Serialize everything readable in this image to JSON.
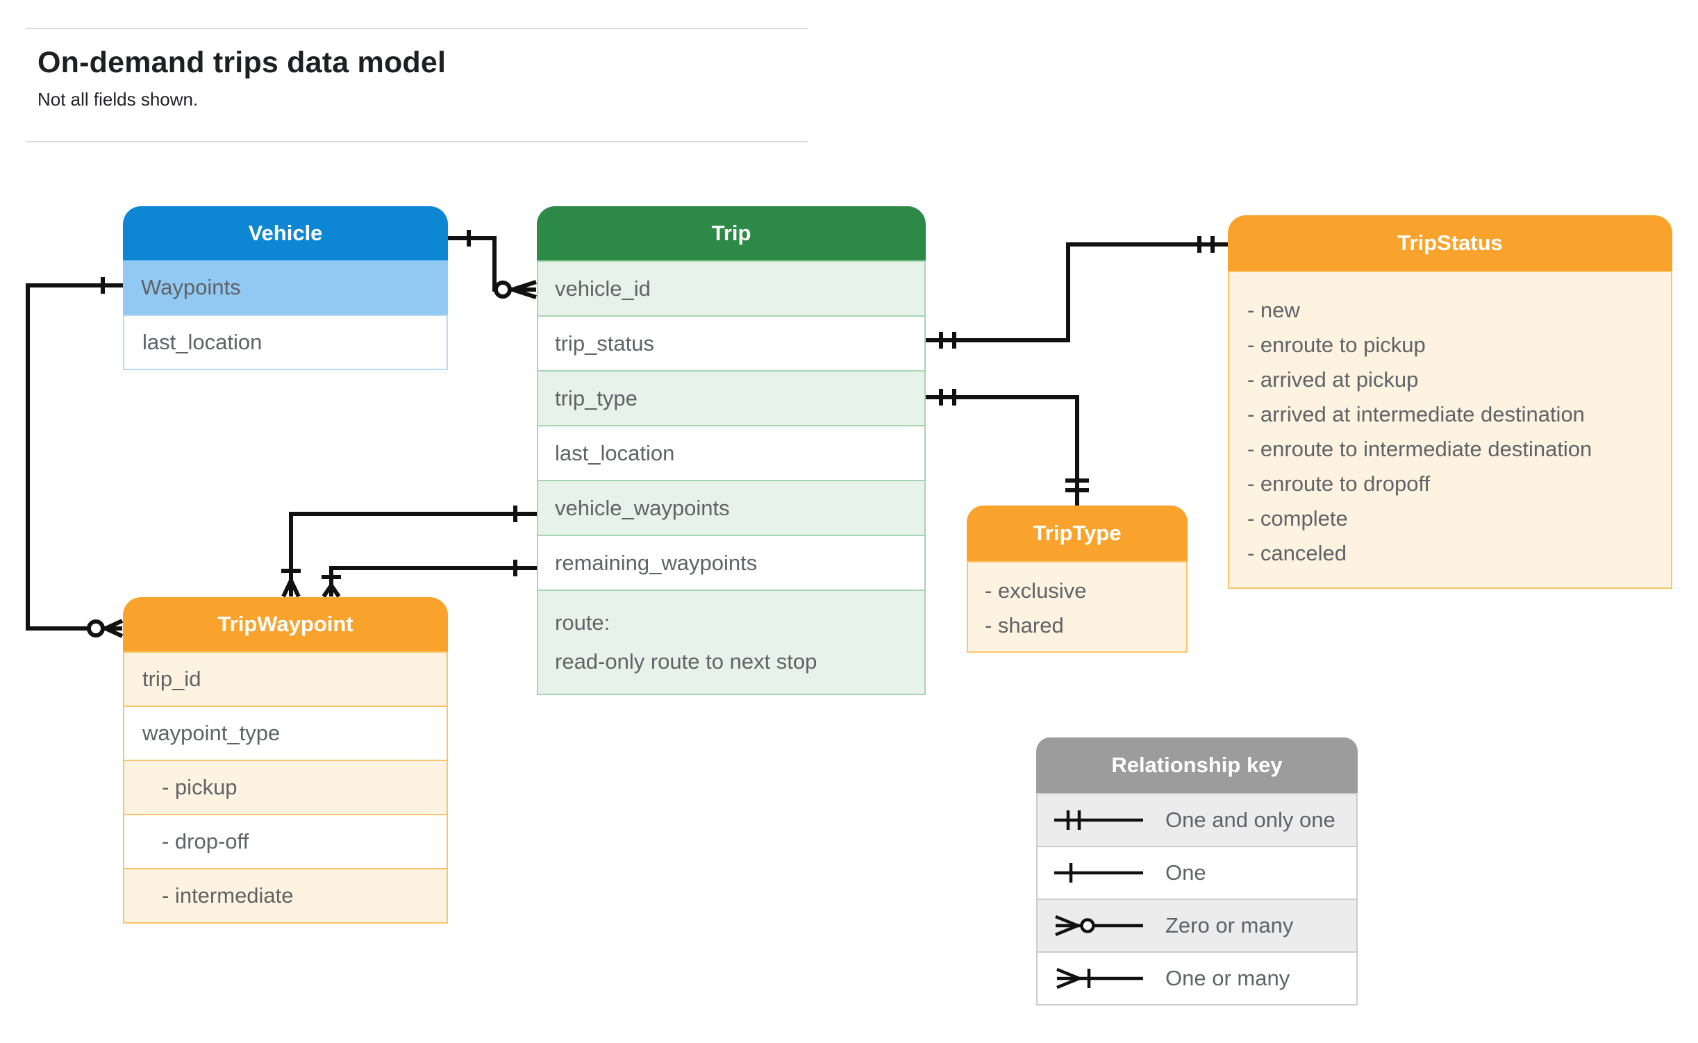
{
  "page": {
    "title": "On-demand trips data model",
    "subtitle": "Not all fields shown."
  },
  "colors": {
    "vehicle_header": "#0d86d3",
    "vehicle_highlight_row": "#92c9f3",
    "trip_header": "#2d8a46",
    "trip_row_tint": "#e7f3ea",
    "enum_header_orange": "#f9a32c",
    "enum_body_cream": "#fdf3e0",
    "legend_header_gray": "#9c9c9c",
    "connector_black": "#111111"
  },
  "tables": {
    "vehicle": {
      "title": "Vehicle",
      "rows": [
        "Waypoints",
        "last_location"
      ]
    },
    "trip": {
      "title": "Trip",
      "rows": [
        "vehicle_id",
        "trip_status",
        "trip_type",
        "last_location",
        "vehicle_waypoints",
        "remaining_waypoints"
      ],
      "route1": "route:",
      "route2": "read-only route to next stop"
    },
    "trip_status": {
      "title": "TripStatus",
      "items": [
        "- new",
        "- enroute to pickup",
        "- arrived at pickup",
        "- arrived at intermediate destination",
        "- enroute to intermediate destination",
        "- enroute to dropoff",
        "- complete",
        "- canceled"
      ]
    },
    "trip_type": {
      "title": "TripType",
      "items": [
        "- exclusive",
        "- shared"
      ]
    },
    "trip_waypoint": {
      "title": "TripWaypoint",
      "rows": [
        "trip_id",
        "waypoint_type"
      ],
      "enums": [
        "- pickup",
        "- drop-off",
        "- intermediate"
      ]
    }
  },
  "relationships": [
    {
      "from": "Vehicle",
      "to": "Trip.vehicle_id",
      "from_cardinality": "one",
      "to_cardinality": "zero-or-many"
    },
    {
      "from": "Trip.trip_status",
      "to": "TripStatus",
      "from_cardinality": "one-and-only-one",
      "to_cardinality": "one-and-only-one"
    },
    {
      "from": "Trip.trip_type",
      "to": "TripType",
      "from_cardinality": "one-and-only-one",
      "to_cardinality": "one-and-only-one"
    },
    {
      "from": "Trip.vehicle_waypoints",
      "to": "TripWaypoint",
      "from_cardinality": "one",
      "to_cardinality": "one-or-many"
    },
    {
      "from": "Trip.remaining_waypoints",
      "to": "TripWaypoint",
      "from_cardinality": "one",
      "to_cardinality": "one-or-many"
    },
    {
      "from": "Vehicle.Waypoints",
      "to": "TripWaypoint",
      "from_cardinality": "one",
      "to_cardinality": "zero-or-many"
    }
  ],
  "legend": {
    "title": "Relationship key",
    "items": [
      {
        "symbol": "one-and-only-one",
        "label": "One and only one"
      },
      {
        "symbol": "one",
        "label": "One"
      },
      {
        "symbol": "zero-or-many",
        "label": "Zero or many"
      },
      {
        "symbol": "one-or-many",
        "label": "One or many"
      }
    ]
  }
}
